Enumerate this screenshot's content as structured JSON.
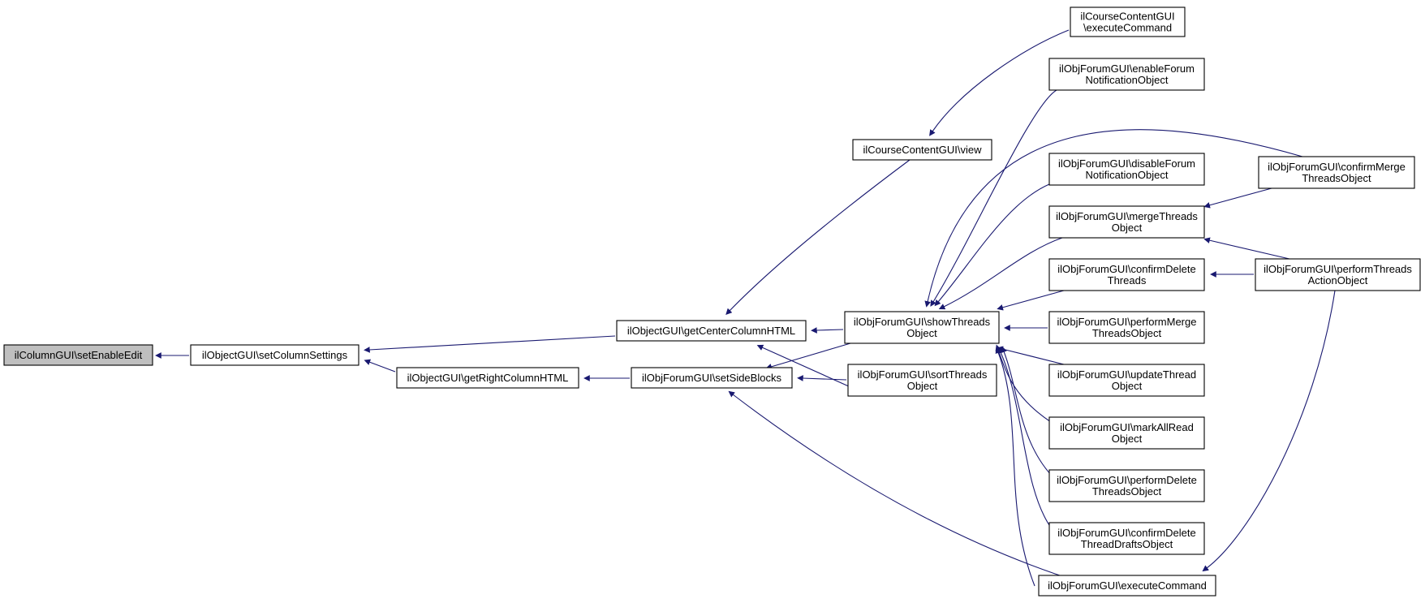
{
  "nodes": {
    "setEnableEdit": {
      "lines": [
        "ilColumnGUI\\setEnableEdit"
      ],
      "highlight": true
    },
    "setColumnSettings": {
      "lines": [
        "ilObjectGUI\\setColumnSettings"
      ]
    },
    "getCenterColumnHTML": {
      "lines": [
        "ilObjectGUI\\getCenterColumnHTML"
      ]
    },
    "getRightColumnHTML": {
      "lines": [
        "ilObjectGUI\\getRightColumnHTML"
      ]
    },
    "courseView": {
      "lines": [
        "ilCourseContentGUI\\view"
      ]
    },
    "courseExecuteCommand": {
      "lines": [
        "ilCourseContentGUI",
        "\\executeCommand"
      ]
    },
    "setSideBlocks": {
      "lines": [
        "ilObjForumGUI\\setSideBlocks"
      ]
    },
    "showThreadsObject": {
      "lines": [
        "ilObjForumGUI\\showThreads",
        "Object"
      ]
    },
    "sortThreadsObject": {
      "lines": [
        "ilObjForumGUI\\sortThreads",
        "Object"
      ]
    },
    "enableForumNotificationObject": {
      "lines": [
        "ilObjForumGUI\\enableForum",
        "NotificationObject"
      ]
    },
    "disableForumNotificationObject": {
      "lines": [
        "ilObjForumGUI\\disableForum",
        "NotificationObject"
      ]
    },
    "mergeThreadsObject": {
      "lines": [
        "ilObjForumGUI\\mergeThreads",
        "Object"
      ]
    },
    "confirmDeleteThreads": {
      "lines": [
        "ilObjForumGUI\\confirmDelete",
        "Threads"
      ]
    },
    "performMergeThreadsObject": {
      "lines": [
        "ilObjForumGUI\\performMerge",
        "ThreadsObject"
      ]
    },
    "updateThreadObject": {
      "lines": [
        "ilObjForumGUI\\updateThread",
        "Object"
      ]
    },
    "markAllReadObject": {
      "lines": [
        "ilObjForumGUI\\markAllRead",
        "Object"
      ]
    },
    "performDeleteThreadsObject": {
      "lines": [
        "ilObjForumGUI\\performDelete",
        "ThreadsObject"
      ]
    },
    "confirmDeleteThreadDraftsObject": {
      "lines": [
        "ilObjForumGUI\\confirmDelete",
        "ThreadDraftsObject"
      ]
    },
    "forumExecuteCommand": {
      "lines": [
        "ilObjForumGUI\\executeCommand"
      ]
    },
    "confirmMergeThreadsObject": {
      "lines": [
        "ilObjForumGUI\\confirmMerge",
        "ThreadsObject"
      ]
    },
    "performThreadsActionObject": {
      "lines": [
        "ilObjForumGUI\\performThreads",
        "ActionObject"
      ]
    }
  },
  "edges": [
    {
      "from": "setEnableEdit",
      "to": "setColumnSettings"
    },
    {
      "from": "setColumnSettings",
      "to": "getCenterColumnHTML"
    },
    {
      "from": "setColumnSettings",
      "to": "getRightColumnHTML"
    },
    {
      "from": "getCenterColumnHTML",
      "to": "courseView"
    },
    {
      "from": "getCenterColumnHTML",
      "to": "showThreadsObject"
    },
    {
      "from": "getCenterColumnHTML",
      "to": "sortThreadsObject"
    },
    {
      "from": "getRightColumnHTML",
      "to": "setSideBlocks"
    },
    {
      "from": "courseView",
      "to": "courseExecuteCommand"
    },
    {
      "from": "setSideBlocks",
      "to": "showThreadsObject"
    },
    {
      "from": "setSideBlocks",
      "to": "sortThreadsObject"
    },
    {
      "from": "setSideBlocks",
      "to": "forumExecuteCommand"
    },
    {
      "from": "showThreadsObject",
      "to": "enableForumNotificationObject"
    },
    {
      "from": "showThreadsObject",
      "to": "confirmMergeThreadsObject"
    },
    {
      "from": "showThreadsObject",
      "to": "disableForumNotificationObject"
    },
    {
      "from": "showThreadsObject",
      "to": "mergeThreadsObject"
    },
    {
      "from": "showThreadsObject",
      "to": "confirmDeleteThreads"
    },
    {
      "from": "showThreadsObject",
      "to": "performMergeThreadsObject"
    },
    {
      "from": "showThreadsObject",
      "to": "updateThreadObject"
    },
    {
      "from": "showThreadsObject",
      "to": "markAllReadObject"
    },
    {
      "from": "showThreadsObject",
      "to": "performDeleteThreadsObject"
    },
    {
      "from": "showThreadsObject",
      "to": "confirmDeleteThreadDraftsObject"
    },
    {
      "from": "showThreadsObject",
      "to": "forumExecuteCommand"
    },
    {
      "from": "mergeThreadsObject",
      "to": "confirmMergeThreadsObject"
    },
    {
      "from": "mergeThreadsObject",
      "to": "performThreadsActionObject"
    },
    {
      "from": "confirmDeleteThreads",
      "to": "performThreadsActionObject"
    },
    {
      "from": "forumExecuteCommand",
      "to": "performThreadsActionObject"
    }
  ],
  "colors": {
    "edge": "#191970",
    "node_border": "#000000",
    "node_fill": "#ffffff",
    "highlight_fill": "#bfbfbf"
  }
}
